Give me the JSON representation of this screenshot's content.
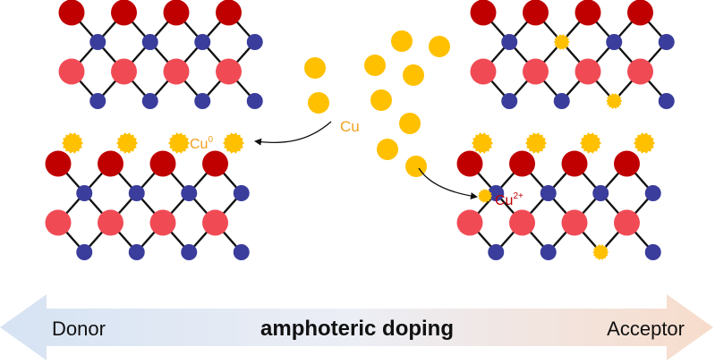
{
  "labels": {
    "cu_source": "Cu",
    "cu0_base": "Cu",
    "cu0_sup": "0",
    "cu2_base": "Cu",
    "cu2_sup": "2+"
  },
  "arrow": {
    "left_label": "Donor",
    "center_label": "amphoteric doping",
    "right_label": "Acceptor"
  },
  "colors": {
    "dark_red_atom": "#c00000",
    "light_red_atom": "#f04b55",
    "blue_atom": "#3a3d9c",
    "cu_atom": "#ffc000",
    "cu0_text": "#f0a020",
    "cu2_text": "#c00000",
    "bond": "#111111",
    "arrow_left": "#d6e3f3",
    "arrow_right": "#f7dccb"
  }
}
